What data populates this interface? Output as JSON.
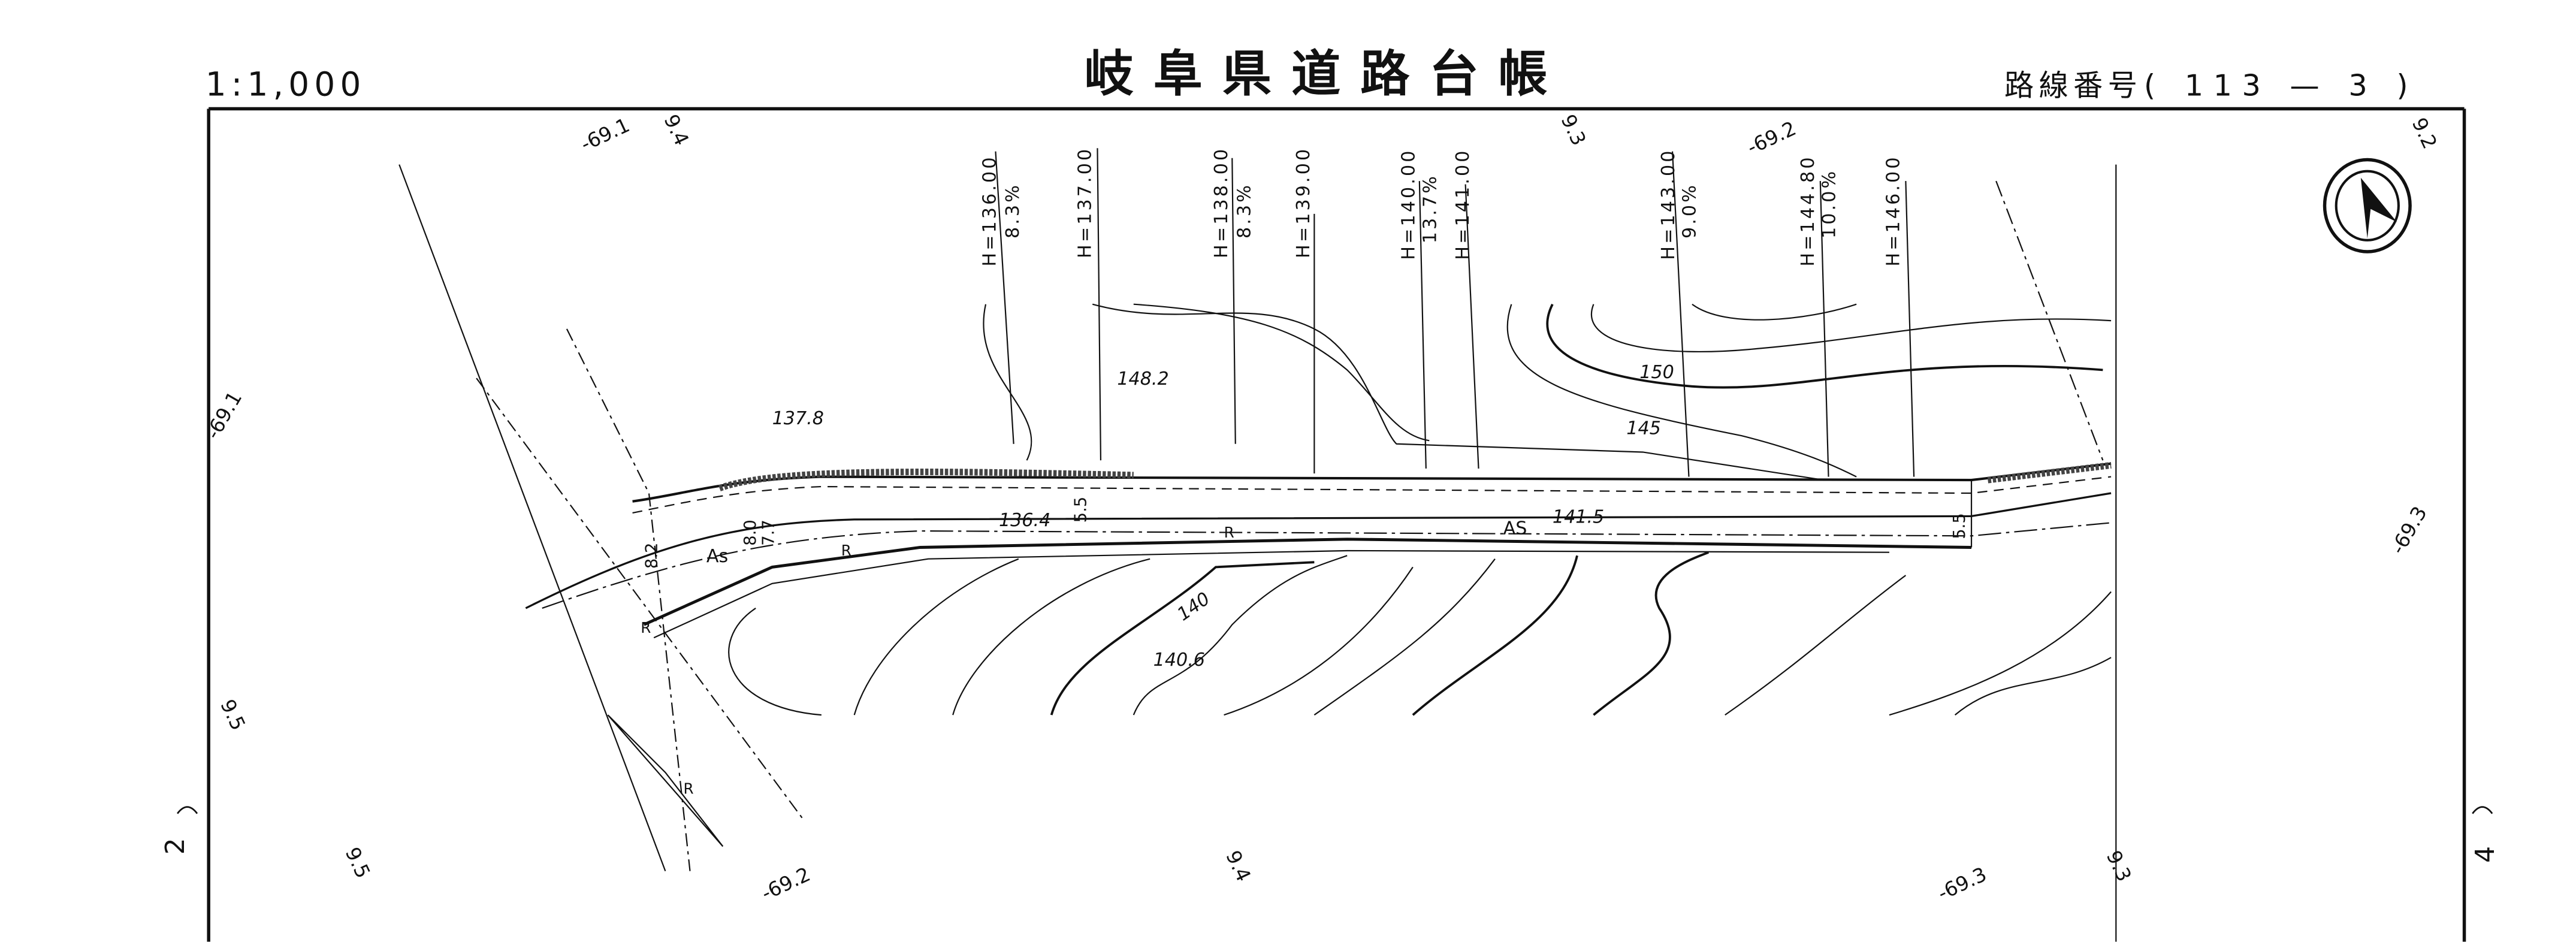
{
  "header": {
    "scale": "1:1,000",
    "title": "岐阜県道路台帳",
    "route_label": "路線番号",
    "route_number": "( 113 — 3 )"
  },
  "sheet_links": {
    "left": "2",
    "right": "4"
  },
  "grid_labels": {
    "top": [
      "-69.1",
      "9.4",
      "9.3",
      "-69.2",
      "9.2"
    ],
    "left": [
      "-69.1",
      "9.5"
    ],
    "right": [
      "-69.3"
    ],
    "bottom": [
      "9.5",
      "-69.2",
      "9.4",
      "-69.3",
      "9.3"
    ]
  },
  "stations": [
    {
      "height": "H=136.00",
      "grade": "8.3%"
    },
    {
      "height": "H=137.00",
      "grade": ""
    },
    {
      "height": "H=138.00",
      "grade": "8.3%"
    },
    {
      "height": "H=139.00",
      "grade": ""
    },
    {
      "height": "H=140.00",
      "grade": "13.7%"
    },
    {
      "height": "H=141.00",
      "grade": ""
    },
    {
      "height": "H=143.00",
      "grade": "9.0%"
    },
    {
      "height": "H=144.80",
      "grade": "10.0%"
    },
    {
      "height": "H=146.00",
      "grade": ""
    }
  ],
  "elevations": {
    "spot_1": "137.8",
    "spot_2": "148.2",
    "contour_150": "150",
    "contour_145": "145",
    "contour_140": "140",
    "spot_3": "140.6",
    "road_1": "136.4",
    "road_2": "141.5"
  },
  "road": {
    "surface_1": "As",
    "surface_2": "AS",
    "retaining_wall": "R",
    "widths": [
      "8.2",
      "8.0",
      "7.7",
      "5.5",
      "5.5"
    ]
  },
  "compass": "north-arrow-icon"
}
